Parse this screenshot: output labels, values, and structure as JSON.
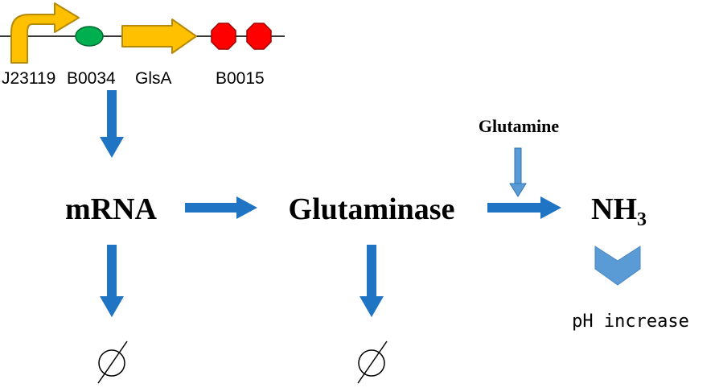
{
  "construct": {
    "parts": [
      {
        "name": "J23119",
        "kind": "promoter"
      },
      {
        "name": "B0034",
        "kind": "rbs"
      },
      {
        "name": "GlsA",
        "kind": "cds"
      },
      {
        "name": "B0015",
        "kind": "terminator"
      }
    ]
  },
  "nodes": {
    "mrna": "mRNA",
    "glutaminase": "Glutaminase",
    "glutamine": "Glutamine",
    "nh3_base": "NH",
    "nh3_sub": "3",
    "ph": "pH increase"
  },
  "colors": {
    "arrow": "#1f74c4",
    "arrow_light": "#5b9bd5",
    "promoter": "#ffc000",
    "promoter_stroke": "#b58a0a",
    "rbs": "#00b050",
    "terminator": "#ff0000",
    "chevron": "#5b9bd5"
  }
}
